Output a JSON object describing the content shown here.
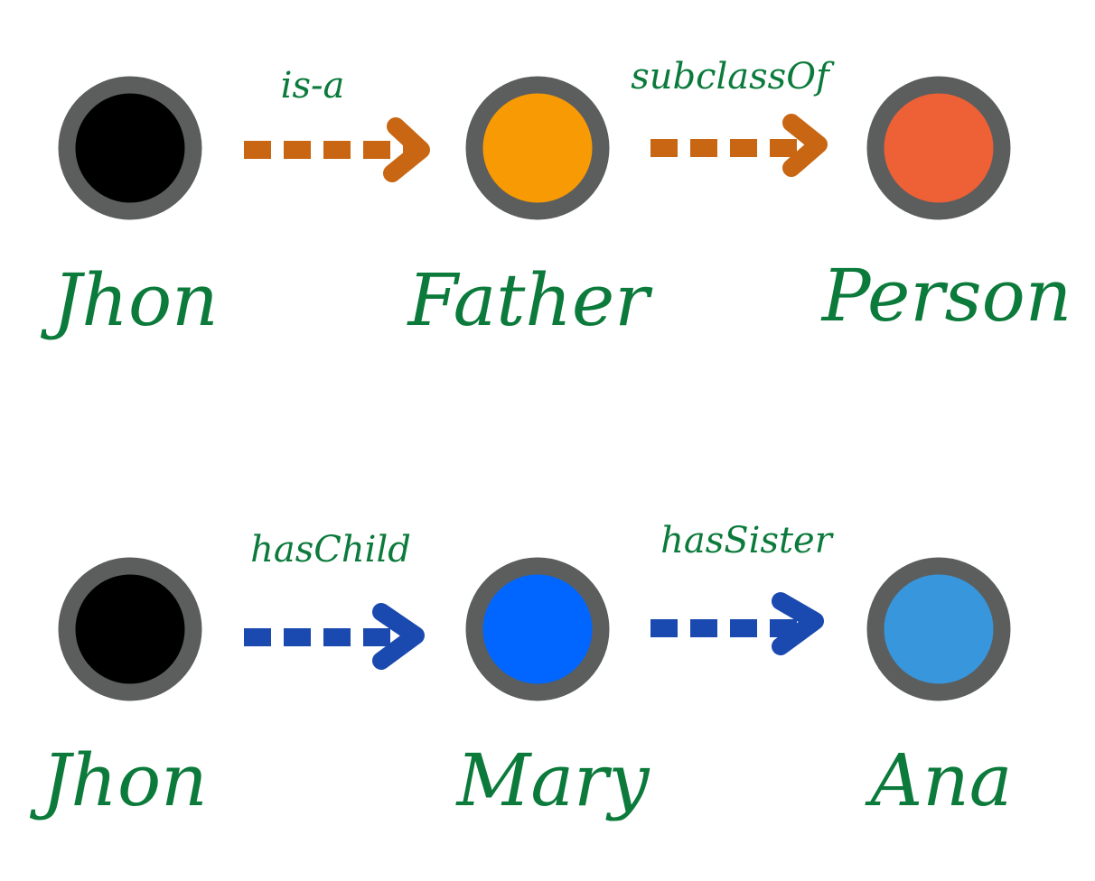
{
  "nodes": [
    {
      "id": "jhon-1",
      "label": "Jhon",
      "fill": "#000000"
    },
    {
      "id": "father",
      "label": "Father",
      "fill": "#f79a04"
    },
    {
      "id": "person",
      "label": "Person",
      "fill": "#ee6035"
    },
    {
      "id": "jhon-2",
      "label": "Jhon",
      "fill": "#000000"
    },
    {
      "id": "mary",
      "label": "Mary",
      "fill": "#0066ff"
    },
    {
      "id": "ana",
      "label": "Ana",
      "fill": "#3896dc"
    }
  ],
  "edges": [
    {
      "from": "jhon-1",
      "to": "father",
      "label": "is-a",
      "color": "#c86613"
    },
    {
      "from": "father",
      "to": "person",
      "label": "subclassOf",
      "color": "#c86613"
    },
    {
      "from": "jhon-2",
      "to": "mary",
      "label": "hasChild",
      "color": "#1a4aaf"
    },
    {
      "from": "mary",
      "to": "ana",
      "label": "hasSister",
      "color": "#1a4aaf"
    }
  ],
  "colors": {
    "node_ring": "#5b5e5d",
    "label_text": "#0b7a3b",
    "background": "#ffffff"
  }
}
